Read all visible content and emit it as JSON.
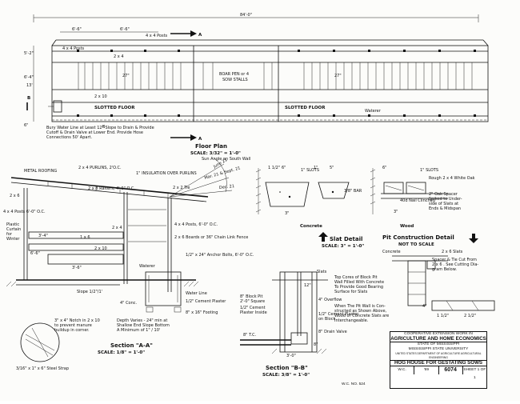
{
  "plan": {
    "overall_dim": "84'-0\"",
    "dim_a": "6'-6\"",
    "dim_b": "6'-6\"",
    "posts": "4 x 4 Posts",
    "posts_left": "4 x 4 Posts",
    "purlin_2x4": "2 x 4",
    "ht_1": "5'-2\"",
    "ht_2": "6'-4\"",
    "ht_3": "13'",
    "ht_4": "6\"",
    "dim_27a": "27\"",
    "dim_27b": "27\"",
    "board_2x10": "2 x 10",
    "boar_pen_1": "BOAR PEN or 4",
    "boar_pen_2": "SOW STALLS",
    "floor_1": "SLOTTED FLOOR",
    "floor_2": "SLOTTED FLOOR",
    "waterer": "Waterer",
    "note_1": "Bury Water Line at Least 12\" Slope to Drain & Provide",
    "note_2": "Cutoff & Drain Valve at Lower End. Provide Hose",
    "note_3": "Connections 50' Apart.",
    "sec_a": "A",
    "sec_a2": "A",
    "sec_b": "B",
    "sec_b2": "B",
    "title": "Floor Plan",
    "scale": "SCALE: 3/32\" = 1'-0\""
  },
  "section_a": {
    "metal_roofing": "METAL ROOFING",
    "purlins": "2 x 4 PURLINS, 2'O.C.",
    "insulation": "1\" INSULATION OVER PURLINS",
    "rafters": "2 x 8 Rafters, 4'-0\" O.C.",
    "tie": "2 x 2 Tie",
    "sun_angle": "Sun Angle on South Wall",
    "jun21": "June 21",
    "marsep": "Mar. 21 & Sept. 21",
    "dec21": "Dec. 21",
    "lbl_2x6": "2 x 6",
    "posts": "4 x 4 Posts 6'-0\" O.C.",
    "curtain_1": "Plastic",
    "curtain_2": "Curtain",
    "curtain_3": "for",
    "curtain_4": "Winter",
    "lbl_2x4": "2 x 4",
    "lbl_1x6": "1 x 6",
    "lbl_2x10": "2 x 10",
    "posts_b": "4 x 4 Posts, 6'-0\" O.C.",
    "boards": "2 x 6 Boards or 36\" Chain Link Fence",
    "waterer": "Waterer",
    "anchor": "1/2\" x 24\" Anchor Bolts, 6'-0\" O.C.",
    "h1": "3'-4\"",
    "h2": "6'-6\"",
    "h3": "3'-6\"",
    "slope": "Slope 1/2\"/1'",
    "conc": "4\" Conc.",
    "water_line": "Water Line",
    "plaster": "1/2\" Cement Plaster",
    "footing": "8\" x 16\" Footing",
    "notch_1": "3\" x 4\" Notch in 2 x 10",
    "notch_2": "to prevent manure",
    "notch_3": "buildup in corner.",
    "strap": "3/16\" x 1\" x 6\" Steel Strap",
    "depth_1": "Depth Varies - 24\" min at",
    "depth_2": "Shallow End Slope Bottom",
    "depth_3": "A Minimum of 1\" / 10'",
    "title": "Section \"A-A\"",
    "scale": "SCALE: 1/8\" = 1'-0\""
  },
  "slat": {
    "d1": "1 1/2\"",
    "d2": "6\"",
    "d3": "1\" SLOTS",
    "d4": "1\"",
    "d5": "5\"",
    "d6": "1\" SLOTS",
    "bar": "3/8\" BAR",
    "d7": "3\"",
    "d8": "3\"",
    "d9": "6\"",
    "rough": "Rough 2 x 4 White Oak",
    "spikes": "40d Nail Clinched",
    "spacer_1": "2\" Oak Spacer",
    "spacer_2": "Spiked to Under-",
    "spacer_3": "side of Slats at",
    "spacer_4": "Ends & Midspan",
    "concrete": "Concrete",
    "wood": "Wood",
    "title": "Slat Detail",
    "scale": "SCALE: 3\" = 1'-0\""
  },
  "pit": {
    "title": "Pit Construction Detail",
    "scale": "NOT TO SCALE",
    "concrete": "Concrete",
    "slats": "2 x 6 Slats",
    "spacer_1": "Spacer & Tie Cut From",
    "spacer_2": "2 x 6 . See Cutting Dia-",
    "spacer_3": "gram Below.",
    "top_1": "Top Cores of Block Pit",
    "top_2": "Wall Filled With Concrete",
    "top_3": "To Provide Good Bearing",
    "top_4": "Surface for Slats",
    "pit_1": "When The Pit Wall is Con-",
    "pit_2": "structed as Shown Above,",
    "pit_3": "Wood or Concrete Slats are",
    "pit_4": "Interchangeable.",
    "d1": "4\"",
    "d2": "1 1/2\"",
    "d3": "2 1/2\""
  },
  "section_b": {
    "slats": "Slats",
    "block_1": "8\" Block Pit",
    "block_2": "2'-0\" Square",
    "cement_1": "1/2\" Cement",
    "cement_2": "Plaster Inside",
    "overflow": "4\" Overflow",
    "plaster_1": "1/2\" Cement Plaster",
    "plaster_2": "on Block",
    "tc": "8\" T.C.",
    "drain": "8\" Drain Valve",
    "d1": "12\"",
    "d2": "3'-0\"",
    "d3": "8\"",
    "title": "Section \"B-B\"",
    "scale": "SCALE: 3/8\" = 1'-0\""
  },
  "title_block": {
    "line1": "COOPERATIVE EXTENSION WORK IN",
    "line2": "AGRICULTURE AND HOME ECONOMICS",
    "line3": "STATE OF MISSISSIPPI",
    "line4": "MISSISSIPPI STATE UNIVERSITY",
    "line5": "UNITED STATES DEPARTMENT OF AGRICULTURE AGRICULTURAL ENGINEERING",
    "project": "HOG HOUSE FOR GESTATING SOWS",
    "cell_1": "W.C.",
    "cell_2": "'69",
    "cell_3": "6074",
    "cell_4": "SHEET 1 OF 1"
  },
  "plan_no": "W.C. NO. 524"
}
